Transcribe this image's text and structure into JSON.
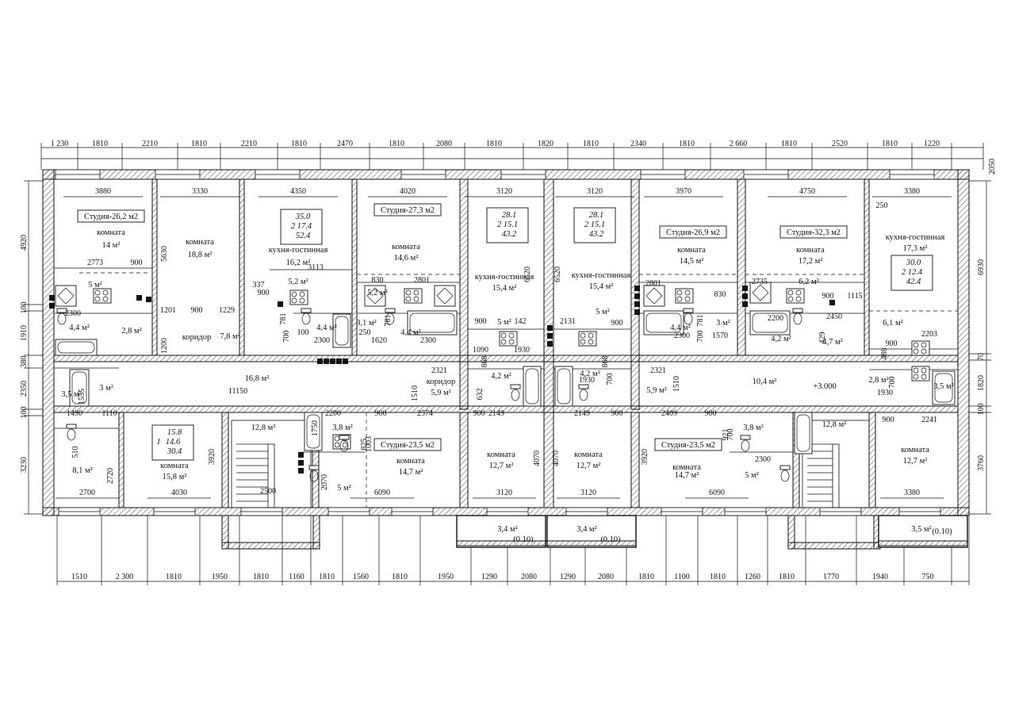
{
  "dims": {
    "top": [
      "1 230",
      "1810",
      "2210",
      "1810",
      "2210",
      "1810",
      "2470",
      "1810",
      "2080",
      "1810",
      "1820",
      "1810",
      "2340",
      "1810",
      "2 660",
      "1810",
      "2520",
      "1810",
      "1220"
    ],
    "bottom": [
      "1510",
      "2 300",
      "1810",
      "1950",
      "1810",
      "1160",
      "1810",
      "1560",
      "1810",
      "1950",
      "1290",
      "2080",
      "1290",
      "2080",
      "1810",
      "1100",
      "1810",
      "1260",
      "1810",
      "1770",
      "1940",
      "750"
    ],
    "left": [
      "4920",
      "100",
      "1910",
      "380",
      "2350",
      "100",
      "3230"
    ],
    "right": [
      "6930",
      "70",
      "1820",
      "100",
      "3760"
    ],
    "corner": "2050",
    "rooms_top": [
      "3880",
      "3330",
      "4350",
      "4020",
      "3120",
      "3120",
      "3970",
      "4750",
      "3380"
    ],
    "rooms_bottom": [
      "2700",
      "4030",
      "6090",
      "3120",
      "3120",
      "6090",
      "3380"
    ],
    "inner": [
      "2773",
      "900",
      "5630",
      "3113",
      "337",
      "900",
      "830",
      "2801",
      "6520",
      "6520",
      "2801",
      "830",
      "2735",
      "900",
      "1115",
      "250",
      "2300",
      "1201",
      "900",
      "1229",
      "781",
      "100",
      "2300",
      "1620",
      "250",
      "781",
      "2300",
      "900",
      "142",
      "2131",
      "900",
      "781",
      "2300",
      "1570",
      "2200",
      "2450",
      "1200",
      "700",
      "700",
      "429",
      "2203",
      "900",
      "1090",
      "1930",
      "1930",
      "868",
      "868",
      "700",
      "2321",
      "2321",
      "1510",
      "1510",
      "11150",
      "1555",
      "1490",
      "1110",
      "2200",
      "900",
      "2574",
      "632",
      "2149",
      "900",
      "2149",
      "900",
      "2409",
      "900",
      "1930",
      "488",
      "700",
      "900",
      "2241",
      "1750",
      "825",
      "1003",
      "2070",
      "510",
      "2720",
      "3920",
      "4070",
      "4070",
      "3920",
      "921",
      "700",
      "2300",
      "2500"
    ]
  },
  "studios": [
    "Студия-26,2 м2",
    "Студия-27,3 м2",
    "Студия-26,9 м2",
    "Студия-32,3 м2",
    "Студия-23,5 м2",
    "Студия-23,5 м2"
  ],
  "summaries": [
    {
      "rooms": "",
      "living": "35.0",
      "kitchen": "2  17.4",
      "total": "52.4"
    },
    {
      "rooms": "",
      "living": "28.1",
      "kitchen": "2  15.1",
      "total": "43.2"
    },
    {
      "rooms": "",
      "living": "28.1",
      "kitchen": "2  15.1",
      "total": "43.2"
    },
    {
      "rooms": "",
      "living": "30.0",
      "kitchen": "2  12.4",
      "total": "42.4"
    },
    {
      "rooms": "1",
      "living": "15.8",
      "kitchen": "14.6",
      "total": "30.4"
    }
  ],
  "room_labels": {
    "komnata": "комната",
    "kuhnya": "кухня-гостинная",
    "koridor": "коридор"
  },
  "areas": [
    "14 м²",
    "18,8 м²",
    "16,2 м²",
    "14,6 м²",
    "15,4 м²",
    "15,4 м²",
    "14,5 м²",
    "17,2 м²",
    "17,3 м²",
    "5 м²",
    "5,2 м²",
    "5,2 м²",
    "5 м²",
    "5 м²",
    "6,2 м²",
    "4,4 м²",
    "2,8 м²",
    "7,8 м²",
    "4,4 м²",
    "3,1 м²",
    "4,4 м²",
    "4,2 м²",
    "4,2 м²",
    "4,4 м²",
    "3 м²",
    "4,2 м²",
    "4,7 м²",
    "6,1 м²",
    "16,8 м²",
    "5,9 м²",
    "5,9 м²",
    "10,4 м²",
    "+3.000",
    "3,5 м²",
    "3 м²",
    "12,8 м²",
    "3,8 м²",
    "3,8 м²",
    "12,8 м²",
    "2,8 м²",
    "3,5 м²",
    "8,1 м²",
    "15,8 м²",
    "5 м²",
    "14,7 м²",
    "12,7 м²",
    "12,7 м²",
    "14,7 м²",
    "5 м²",
    "12,7 м²",
    "3,4 м²",
    "3,4 м²",
    "3,5 м²",
    "(0.10)",
    "(0.10)",
    "(0.10)"
  ],
  "colors": {
    "line": "#111111",
    "paper": "#ffffff"
  }
}
